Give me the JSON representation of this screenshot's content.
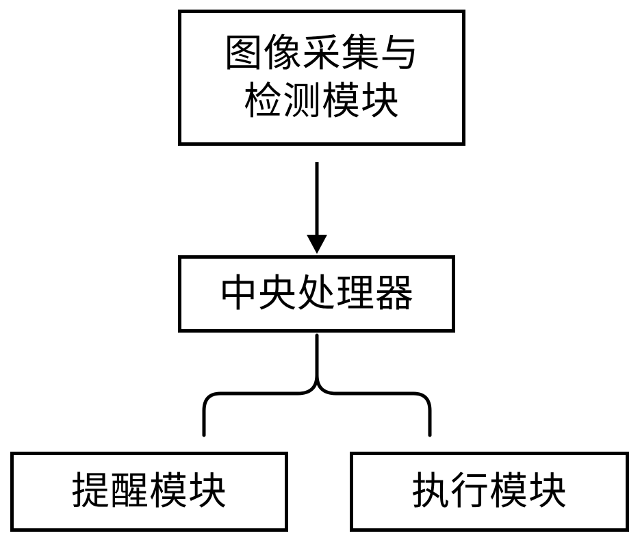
{
  "diagram": {
    "nodes": {
      "acquisition": {
        "line1": "图像采集与",
        "line2": "检测模块"
      },
      "cpu": {
        "label": "中央处理器"
      },
      "alert": {
        "label": "提醒模块"
      },
      "execution": {
        "label": "执行模块"
      }
    },
    "edges": [
      {
        "from": "acquisition",
        "to": "cpu",
        "style": "arrow"
      },
      {
        "from": "cpu",
        "to": [
          "alert",
          "execution"
        ],
        "style": "brace"
      }
    ],
    "colors": {
      "stroke": "#000000",
      "fill": "#ffffff"
    }
  }
}
